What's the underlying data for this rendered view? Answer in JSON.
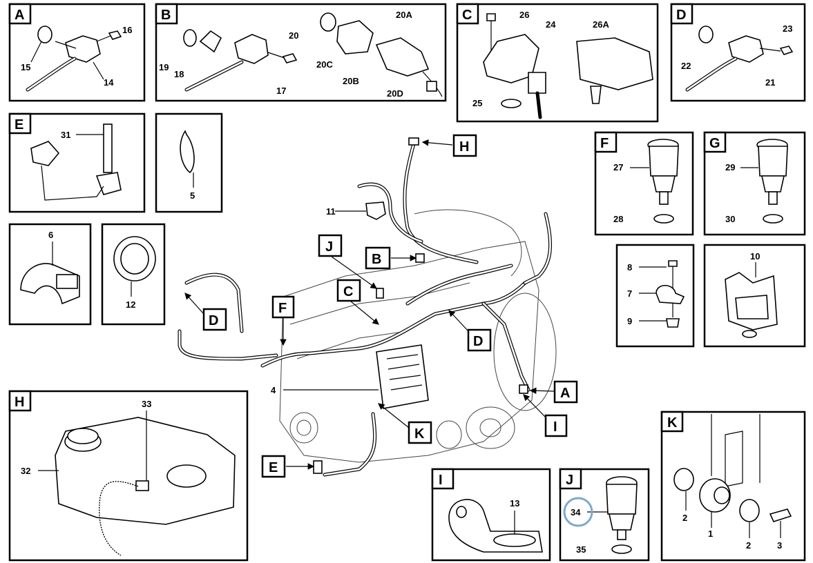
{
  "panels": {
    "A": {
      "tag": "A",
      "labels": [
        "15",
        "16",
        "14"
      ]
    },
    "B": {
      "tag": "B",
      "labels": [
        "19",
        "18",
        "20",
        "17",
        "20C",
        "20B",
        "20A",
        "20D"
      ]
    },
    "C": {
      "tag": "C",
      "labels": [
        "26",
        "24",
        "26A",
        "25"
      ]
    },
    "D": {
      "tag": "D",
      "labels": [
        "23",
        "22",
        "21"
      ]
    },
    "E": {
      "tag": "E",
      "labels": [
        "31"
      ]
    },
    "P5": {
      "labels": [
        "5"
      ]
    },
    "F": {
      "tag": "F",
      "labels": [
        "27",
        "28"
      ]
    },
    "G": {
      "tag": "G",
      "labels": [
        "29",
        "30"
      ]
    },
    "P6": {
      "labels": [
        "6"
      ]
    },
    "P12": {
      "labels": [
        "12"
      ]
    },
    "P789": {
      "labels": [
        "8",
        "7",
        "9"
      ]
    },
    "P10": {
      "labels": [
        "10"
      ]
    },
    "H": {
      "tag": "H",
      "labels": [
        "33",
        "32"
      ]
    },
    "I": {
      "tag": "I",
      "labels": [
        "13"
      ]
    },
    "J": {
      "tag": "J",
      "labels": [
        "34",
        "35"
      ]
    },
    "K": {
      "tag": "K",
      "labels": [
        "2",
        "1",
        "2",
        "3"
      ]
    }
  },
  "engine": {
    "callouts": [
      "H",
      "J",
      "B",
      "C",
      "F",
      "D",
      "D",
      "A",
      "I",
      "K",
      "E"
    ],
    "labels": [
      "11",
      "4"
    ]
  },
  "highlight": {
    "label": "34",
    "color": "#7fa7cf"
  }
}
